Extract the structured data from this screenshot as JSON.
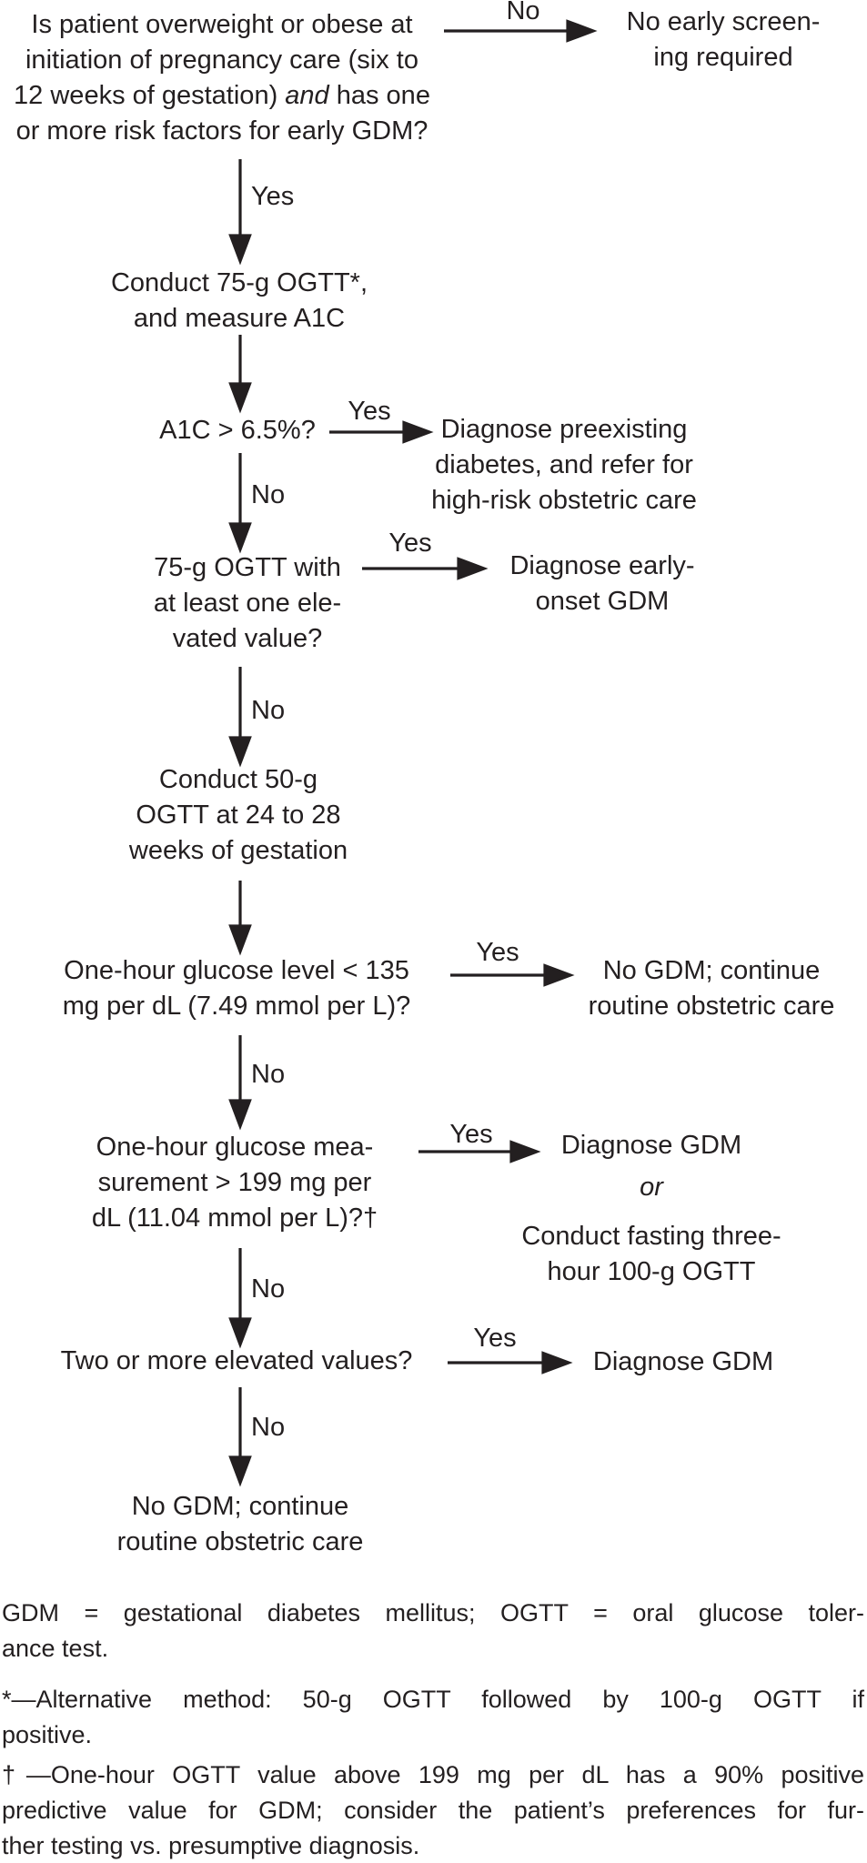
{
  "edge_labels": {
    "yes": "Yes",
    "no": "No"
  },
  "nodes": {
    "q1": {
      "line1": "Is patient overweight or obese at",
      "line2": "initiation of pregnancy care (six to",
      "line3_pre": "12 weeks of gestation)",
      "line3_and": "and",
      "line3_post": "has one",
      "line4": "or more risk factors for early GDM?"
    },
    "no_early": {
      "line1": "No early screen-",
      "line2": "ing required"
    },
    "conduct75": {
      "line1": "Conduct 75-g OGTT*,",
      "line2": "and measure A1C"
    },
    "a1c": {
      "line1": "A1C > 6.5%?"
    },
    "preexisting": {
      "line1": "Diagnose preexisting",
      "line2": "diabetes, and refer for",
      "line3": "high-risk obstetric care"
    },
    "ogtt75": {
      "line1": "75-g OGTT with",
      "line2": "at least one ele-",
      "line3": "vated value?"
    },
    "early_gdm": {
      "line1": "Diagnose early-",
      "line2": "onset GDM"
    },
    "conduct50": {
      "line1": "Conduct 50-g",
      "line2": "OGTT at 24 to 28",
      "line3": "weeks of gestation"
    },
    "glucose135": {
      "line1": "One-hour glucose level < 135",
      "line2": "mg per dL (7.49 mmol per L)?"
    },
    "no_gdm_mid": {
      "line1": "No GDM; continue",
      "line2": "routine obstetric care"
    },
    "glucose199": {
      "line1": "One-hour glucose mea-",
      "line2": "surement > 199 mg per",
      "line3": "dL (11.04 mmol per L)?†"
    },
    "diagnose_or": {
      "line1": "Diagnose GDM",
      "or": "or",
      "line2": "Conduct fasting three-",
      "line3": "hour 100-g OGTT"
    },
    "two_elevated": {
      "line1": "Two or more elevated values?"
    },
    "diagnose_gdm": {
      "line1": "Diagnose GDM"
    },
    "no_gdm_final": {
      "line1": "No GDM; continue",
      "line2": "routine obstetric care"
    }
  },
  "footnotes": {
    "abbrev_line1": "GDM = gestational diabetes mellitus; OGTT = oral glucose toler-",
    "abbrev_line2": "ance test.",
    "fn1_line1": "*—Alternative method: 50-g OGTT followed by 100-g OGTT if",
    "fn1_line2": "positive.",
    "fn2_line1": "†—One-hour OGTT value above 199 mg per dL has a 90% positive",
    "fn2_line2": "predictive value for GDM; consider the patient’s preferences for fur-",
    "fn2_line3": "ther testing vs. presumptive diagnosis."
  },
  "colors": {
    "text": "#231f20",
    "background": "#ffffff"
  }
}
